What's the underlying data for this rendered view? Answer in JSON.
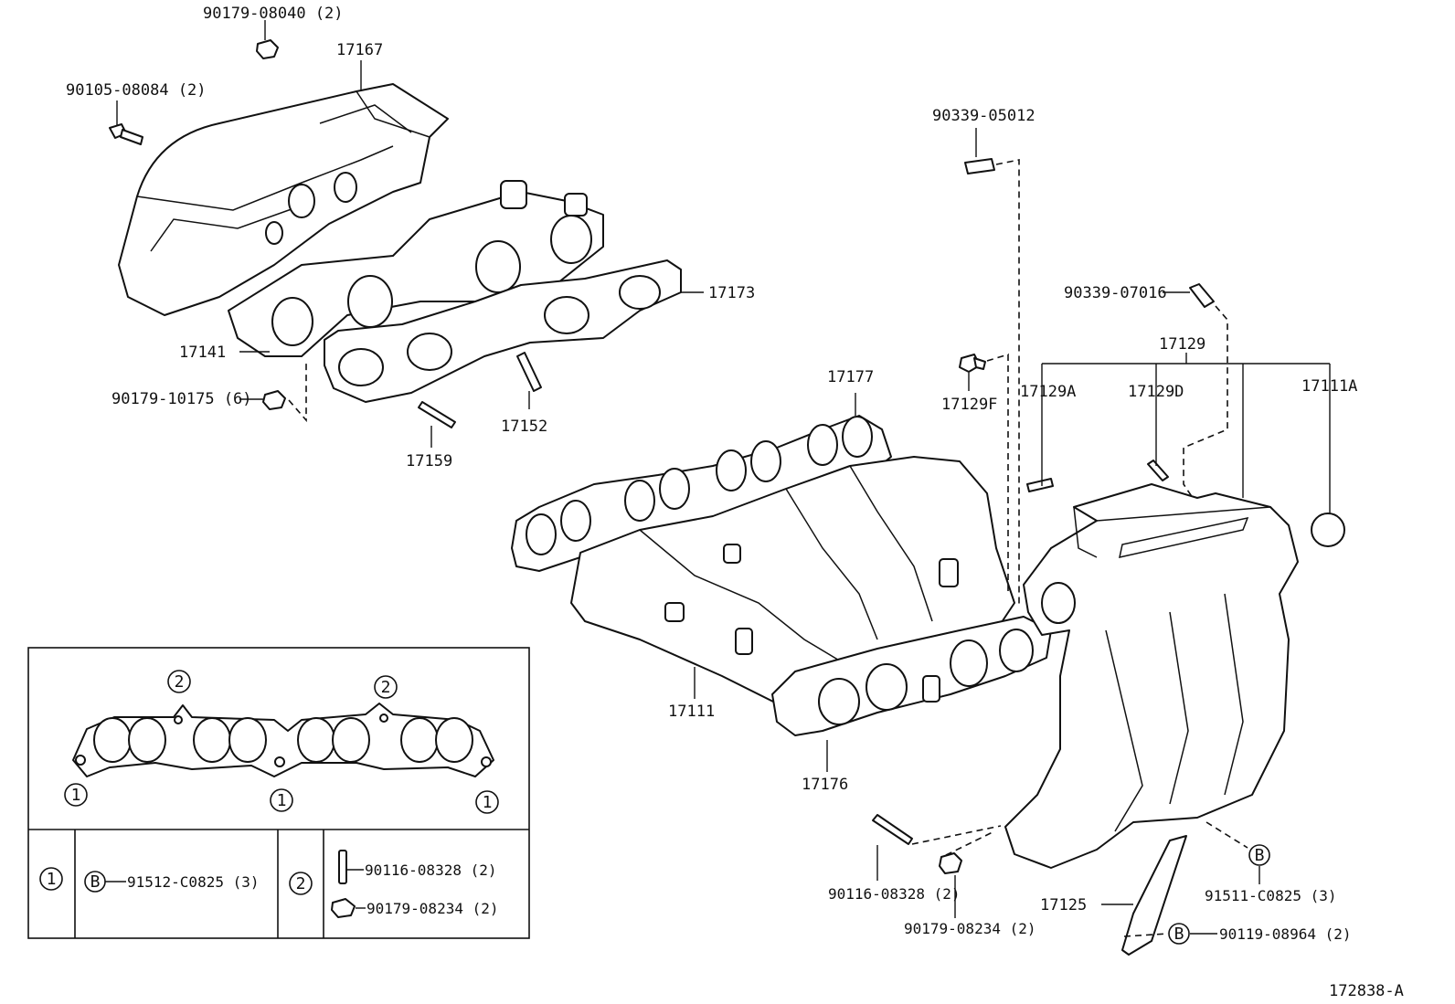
{
  "parts": {
    "p90179_08040": "90179-08040 (2)",
    "p17167": "17167",
    "p90105_08084": "90105-08084 (2)",
    "p17173": "17173",
    "p17141": "17141",
    "p90179_10175": "90179-10175 (6)",
    "p17152": "17152",
    "p17159": "17159",
    "p90339_05012": "90339-05012",
    "p90339_07016": "90339-07016",
    "p17129": "17129",
    "p17177": "17177",
    "p17129F": "17129F",
    "p17129A": "17129A",
    "p17129D": "17129D",
    "p17111A": "17111A",
    "p17111": "17111",
    "p17176": "17176",
    "p90116_08328": "90116-08328 (2)",
    "p90179_08234": "90179-08234 (2)",
    "p17125": "17125",
    "p91511_C0825": "91511-C0825 (3)",
    "p90119_08964": "90119-08964 (2)",
    "drawing_number": "172838-A"
  },
  "markers": {
    "one": "1",
    "two": "2",
    "b": "B"
  },
  "legend": {
    "row1_part": "91512-C0825 (3)",
    "row2_part_a": "90116-08328 (2)",
    "row2_part_b": "90179-08234 (2)"
  }
}
